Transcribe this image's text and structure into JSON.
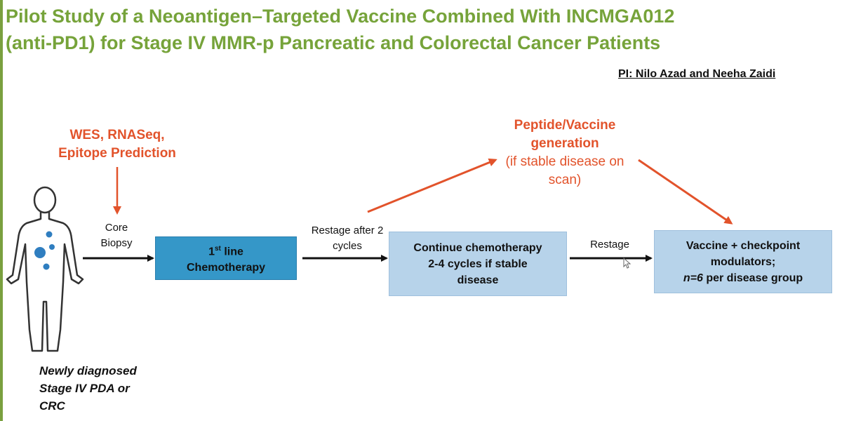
{
  "title": "Pilot Study of a Neoantigen–Targeted Vaccine Combined With INCMGA012 (anti-PD1) for Stage IV MMR-p Pancreatic and Colorectal Cancer Patients",
  "pi": "PI: Nilo Azad and Neeha Zaidi",
  "sequencing": {
    "line1": "WES, RNASeq,",
    "line2": "Epitope Prediction"
  },
  "peptide": {
    "line1": "Peptide/Vaccine",
    "line2": "generation",
    "line3": "(if stable disease on",
    "line4": "scan)"
  },
  "edge_labels": {
    "biopsy_line1": "Core",
    "biopsy_line2": "Biopsy",
    "restage1_line1": "Restage after 2",
    "restage1_line2": "cycles",
    "restage2": "Restage"
  },
  "boxes": {
    "first_line_prefix": "1",
    "first_line_sup": "st",
    "first_line_suffix": " line",
    "first_line_line2": "Chemotherapy",
    "continue_line1": "Continue chemotherapy",
    "continue_line2": "2-4 cycles if stable",
    "continue_line3": "disease",
    "vaccine_line1": "Vaccine + checkpoint",
    "vaccine_line2": "modulators;",
    "vaccine_n": "n=6",
    "vaccine_rest": " per disease group"
  },
  "patient_caption": {
    "line1": "Newly diagnosed",
    "line2": "Stage IV PDA or",
    "line3": "CRC"
  },
  "colors": {
    "title_green": "#76a33a",
    "label_red": "#e2532b",
    "box_dark": "#3597c8",
    "box_light": "#b7d3ea",
    "tumor_blue": "#2f7ec0"
  }
}
